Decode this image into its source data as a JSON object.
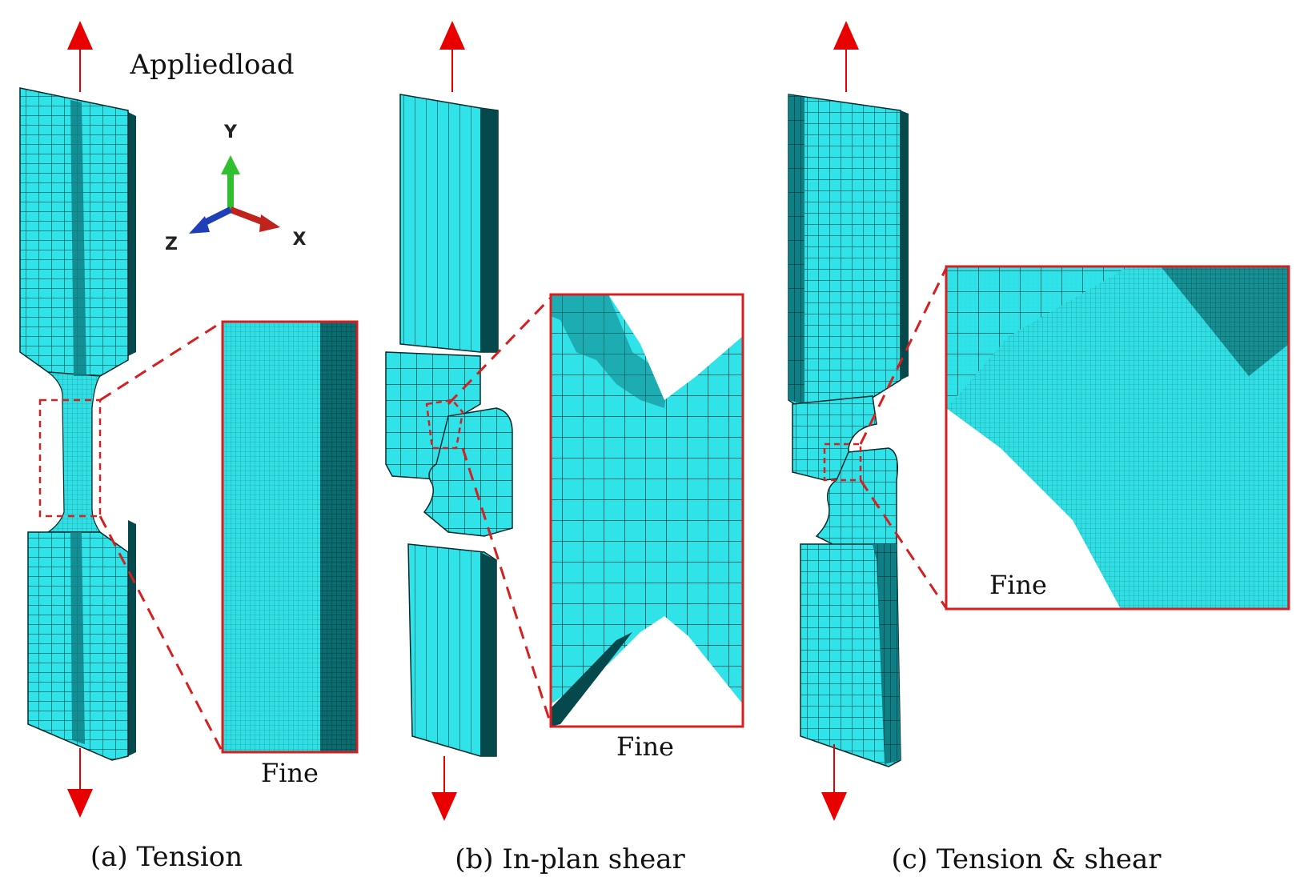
{
  "load_label": "Appliedload",
  "axes": {
    "x": "X",
    "y": "Y",
    "z": "Z"
  },
  "panels": [
    {
      "caption": "(a) Tension",
      "zoom_label": "Fine"
    },
    {
      "caption": "(b) In-plan shear",
      "zoom_label": "Fine"
    },
    {
      "caption": "(c) Tension & shear",
      "zoom_label": "Fine"
    }
  ],
  "colors": {
    "mesh_face": "#2fe3e8",
    "mesh_side": "#0e7f84",
    "mesh_dark": "#063f42",
    "mesh_line": "#0a3335",
    "arrow": "#e80000",
    "zoom_box": "#d42020",
    "axis_x": "#c0221c",
    "axis_y": "#2fbf2f",
    "axis_z": "#1f3fb8"
  }
}
